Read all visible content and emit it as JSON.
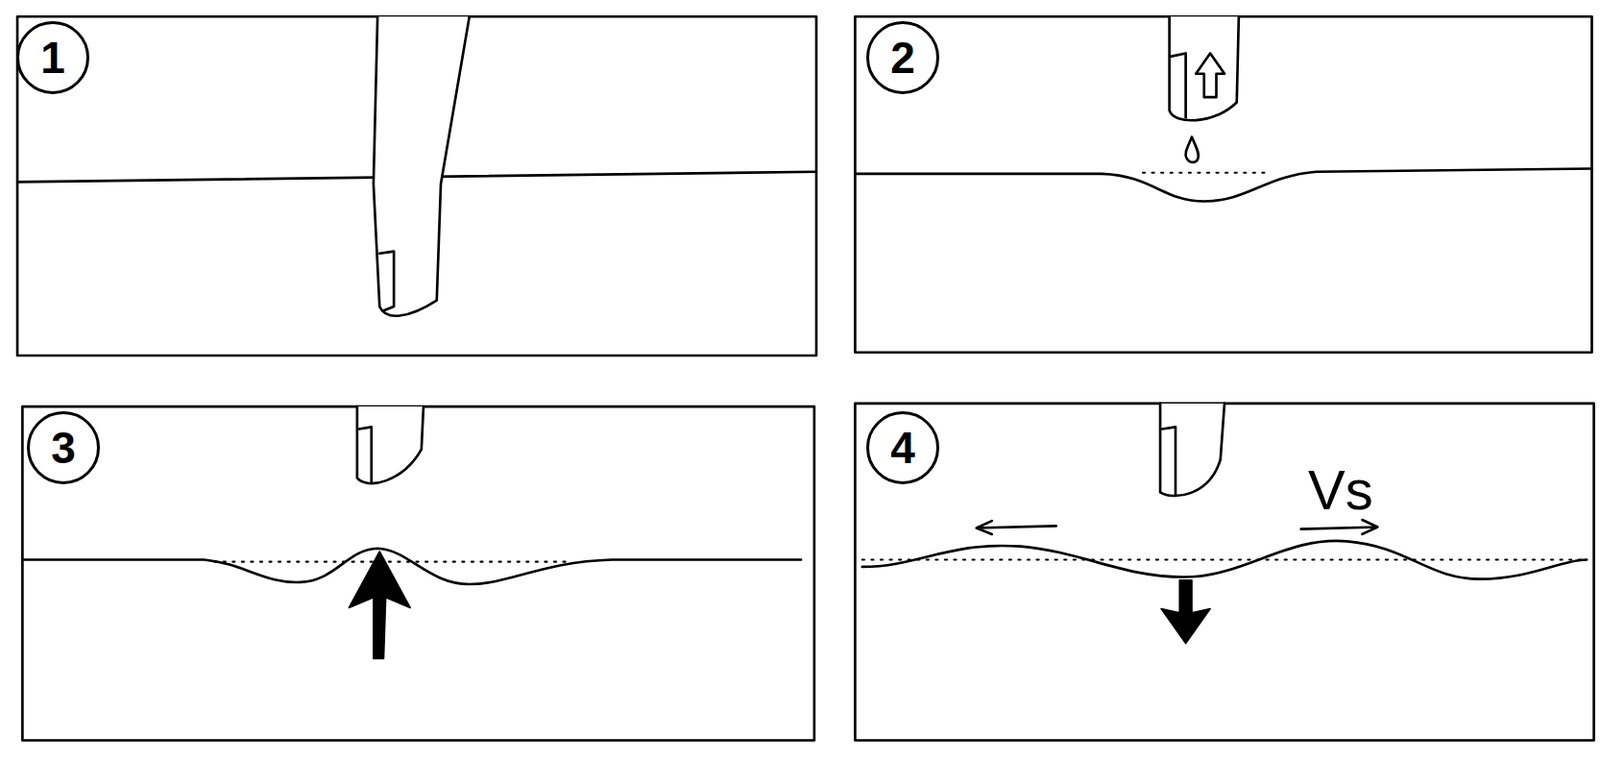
{
  "diagram": {
    "nodes": [
      {
        "text": [
          "1"
        ]
      },
      {
        "text": [
          "2"
        ]
      },
      {
        "text": [
          "3"
        ]
      },
      {
        "text": [
          "4"
        ]
      }
    ],
    "labels": [
      "Vs"
    ]
  }
}
